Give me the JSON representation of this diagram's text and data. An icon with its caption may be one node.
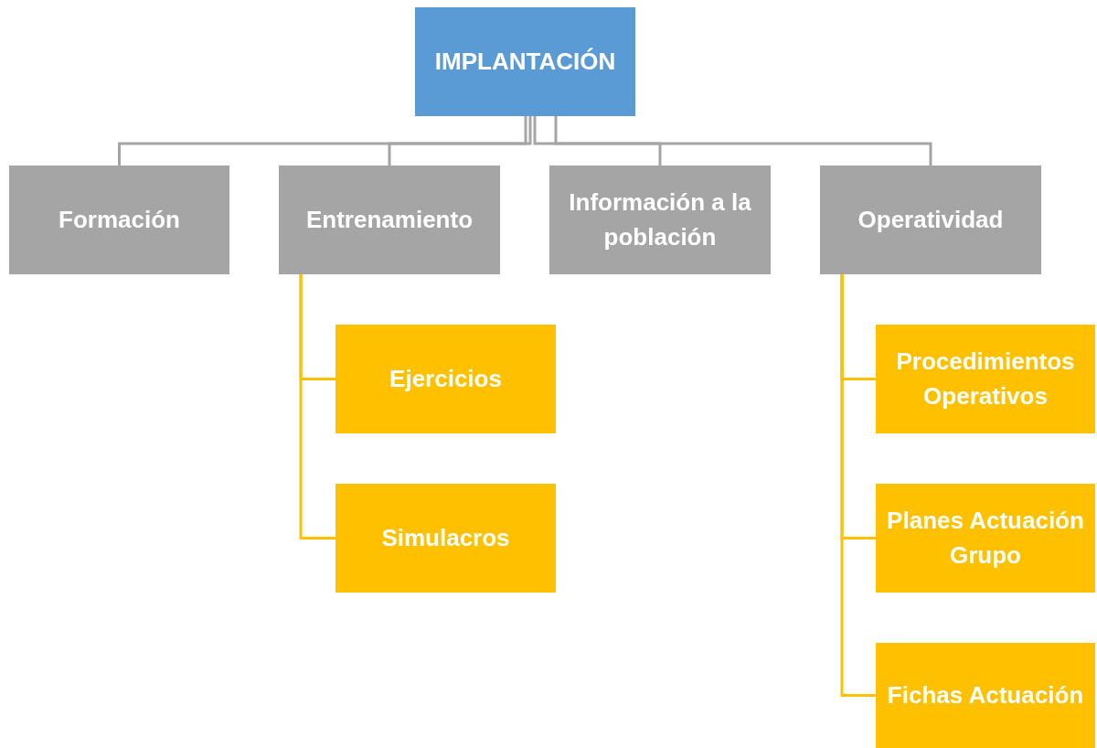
{
  "diagram": {
    "nodes": [
      {
        "text": [
          "IMPLANTACIÓN"
        ]
      },
      {
        "text": [
          "Formación"
        ]
      },
      {
        "text": [
          "Entrenamiento"
        ]
      },
      {
        "text": [
          "Información a la población"
        ]
      },
      {
        "text": [
          "Operatividad"
        ]
      },
      {
        "text": [
          "Ejercicios"
        ]
      },
      {
        "text": [
          "Simulacros"
        ]
      },
      {
        "text": [
          "Procedimientos Operativos"
        ]
      },
      {
        "text": [
          "Planes Actuación Grupo"
        ]
      },
      {
        "text": [
          "Fichas Actuación"
        ]
      }
    ],
    "edges": [
      {
        "from": 0,
        "to": 1,
        "arrow": "none",
        "color": "#a5a5a5"
      },
      {
        "from": 0,
        "to": 2,
        "arrow": "none",
        "color": "#a5a5a5"
      },
      {
        "from": 0,
        "to": 3,
        "arrow": "none",
        "color": "#a5a5a5"
      },
      {
        "from": 0,
        "to": 4,
        "arrow": "none",
        "color": "#a5a5a5"
      },
      {
        "from": 2,
        "to": 5,
        "arrow": "none"
      },
      {
        "from": 2,
        "to": 6,
        "arrow": "none"
      },
      {
        "from": 4,
        "to": 7,
        "arrow": "none"
      },
      {
        "from": 4,
        "to": 8,
        "arrow": "none"
      },
      {
        "from": 4,
        "to": 9,
        "arrow": "none"
      }
    ]
  }
}
